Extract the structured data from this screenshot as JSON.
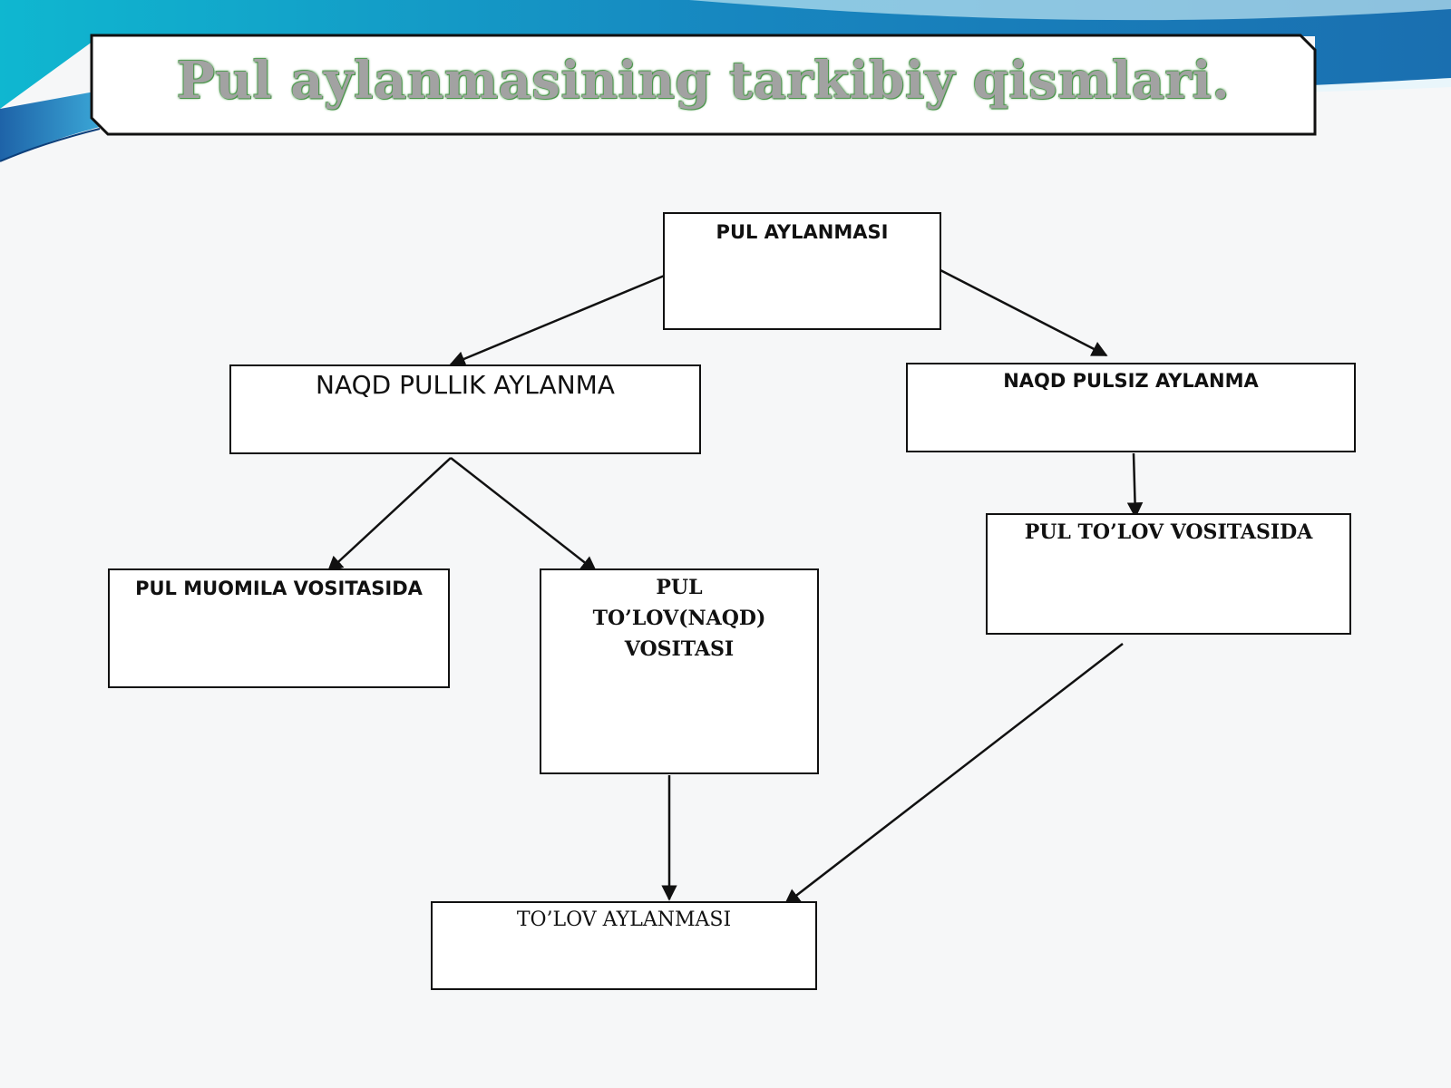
{
  "title": "Pul aylanmasining tarkibiy qismlari.",
  "colors": {
    "title_fill": "#a2a2a2",
    "title_glow": "#4c944c",
    "accent_teal": "#0ea8c8",
    "accent_blue": "#1a6fb0",
    "box_border": "#111111"
  },
  "nodes": {
    "pul_aylanmasi": "PUL AYLANMASI",
    "naqd_pullik": "NAQD PULLIK AYLANMA",
    "naqd_pulsiz": "NAQD PULSIZ AYLANMA",
    "pul_muomila": "PUL MUOMILA VOSITASIDA",
    "pul_tolov_naqd": "PUL TO’LOV(NAQD) VOSITASI",
    "pul_tolov_vositasida": "PUL TO’LOV VOSITASIDA",
    "tolov_aylanmasi": "TO’LOV AYLANMASI"
  }
}
